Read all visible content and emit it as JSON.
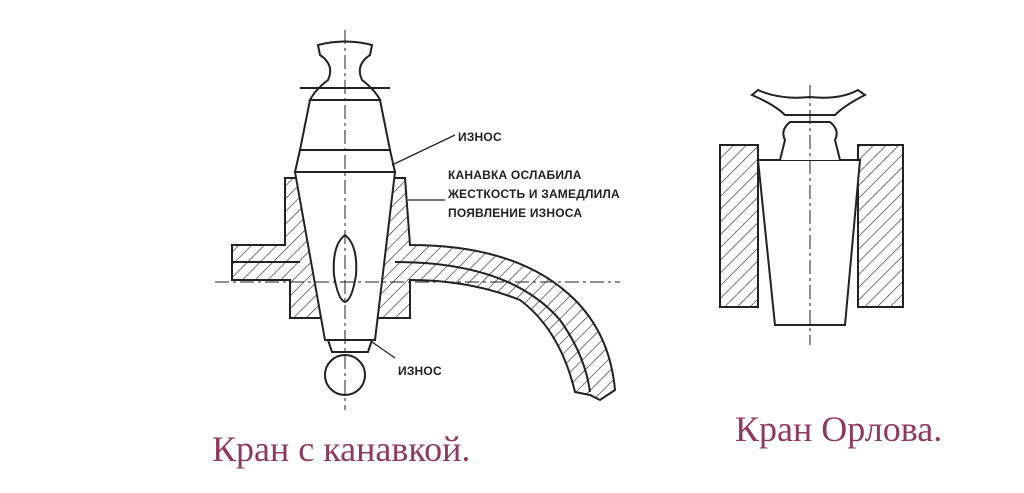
{
  "left_figure": {
    "label_wear_top": "ИЗНОС",
    "label_groove_lines": [
      "КАНАВКА ОСЛАБИЛА",
      "ЖЕСТКОСТЬ И ЗАМЕДЛИЛА",
      "ПОЯВЛЕНИЕ ИЗНОСА"
    ],
    "label_wear_bottom": "ИЗНОС",
    "caption": "Кран с канавкой."
  },
  "right_figure": {
    "caption": "Кран Орлова."
  },
  "colors": {
    "caption": "#8e3a5c",
    "lines": "#222222"
  }
}
